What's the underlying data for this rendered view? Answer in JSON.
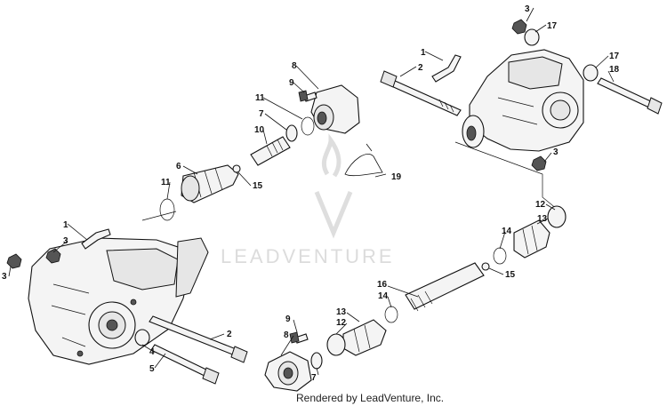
{
  "watermark": {
    "brand": "LEADVENTURE"
  },
  "credit": "Rendered by LeadVenture, Inc.",
  "callouts": [
    {
      "id": "c3a",
      "text": "3"
    },
    {
      "id": "c17a",
      "text": "17"
    },
    {
      "id": "c1a",
      "text": "1"
    },
    {
      "id": "c2a",
      "text": "2"
    },
    {
      "id": "c17b",
      "text": "17"
    },
    {
      "id": "c18",
      "text": "18"
    },
    {
      "id": "c3b",
      "text": "3"
    },
    {
      "id": "c8a",
      "text": "8"
    },
    {
      "id": "c9a",
      "text": "9"
    },
    {
      "id": "c11a",
      "text": "11"
    },
    {
      "id": "c7a",
      "text": "7"
    },
    {
      "id": "c10",
      "text": "10"
    },
    {
      "id": "c6",
      "text": "6"
    },
    {
      "id": "c11b",
      "text": "11"
    },
    {
      "id": "c15a",
      "text": "15"
    },
    {
      "id": "c19",
      "text": "19"
    },
    {
      "id": "c1b",
      "text": "1"
    },
    {
      "id": "c3c",
      "text": "3"
    },
    {
      "id": "c3d",
      "text": "3"
    },
    {
      "id": "c2b",
      "text": "2"
    },
    {
      "id": "c4",
      "text": "4"
    },
    {
      "id": "c5",
      "text": "5"
    },
    {
      "id": "c12a",
      "text": "12"
    },
    {
      "id": "c13a",
      "text": "13"
    },
    {
      "id": "c14a",
      "text": "14"
    },
    {
      "id": "c15b",
      "text": "15"
    },
    {
      "id": "c16",
      "text": "16"
    },
    {
      "id": "c14b",
      "text": "14"
    },
    {
      "id": "c13b",
      "text": "13"
    },
    {
      "id": "c12b",
      "text": "12"
    },
    {
      "id": "c9b",
      "text": "9"
    },
    {
      "id": "c8b",
      "text": "8"
    },
    {
      "id": "c7b",
      "text": "7"
    }
  ]
}
